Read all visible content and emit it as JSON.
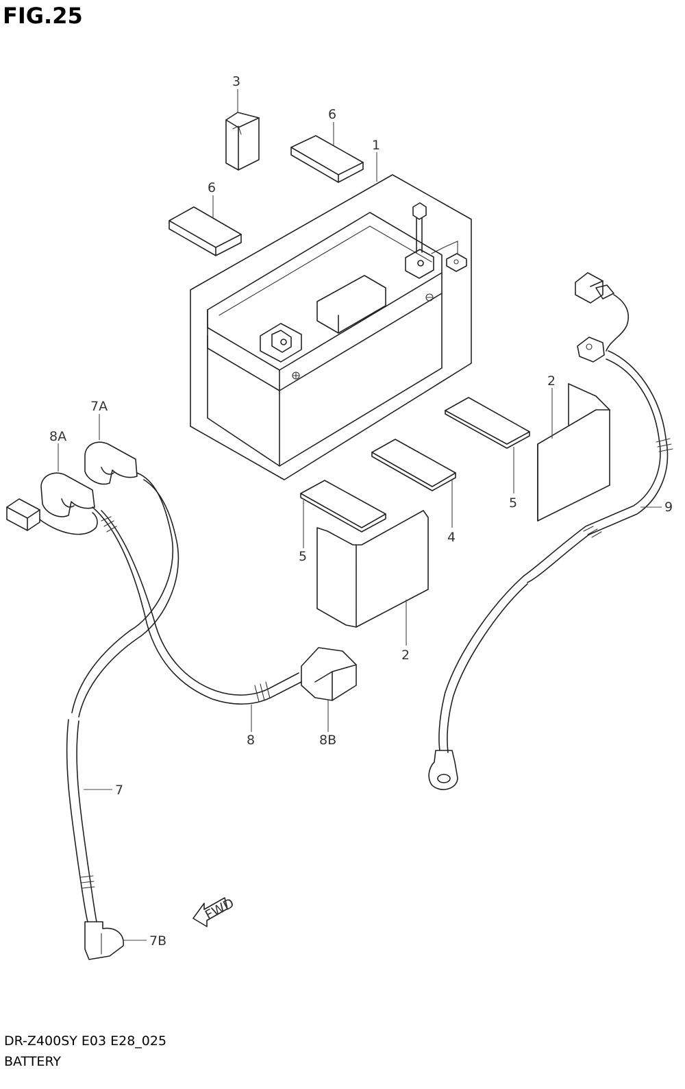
{
  "figure": {
    "title": "FIG.25"
  },
  "footer": {
    "model": "DR-Z400SY E03 E28_025",
    "section": "BATTERY"
  },
  "fwd_arrow": {
    "label": "FWD"
  },
  "callouts": [
    "3",
    "6",
    "1",
    "6",
    "2",
    "5",
    "2",
    "5",
    "4",
    "9",
    "7A",
    "8A",
    "8",
    "8B",
    "7",
    "7B"
  ]
}
